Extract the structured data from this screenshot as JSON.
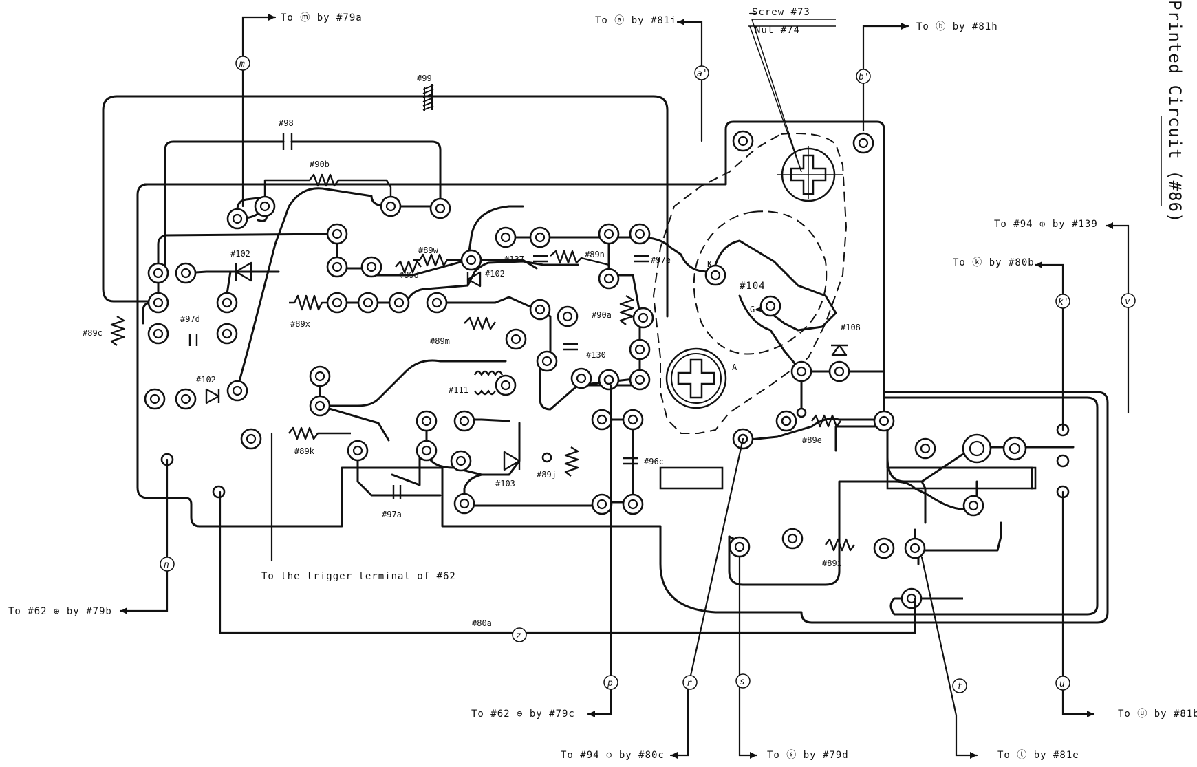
{
  "title": "Printed Circuit (#86)",
  "screw_labels": {
    "screw": "Screw  #73",
    "nut": "Nut  #74"
  },
  "connections": [
    {
      "id": "m",
      "label": "To ⓜ by  #79a"
    },
    {
      "id": "a",
      "label": "To ⓐ by  #81i"
    },
    {
      "id": "b",
      "label": "To ⓑ by  #81h"
    },
    {
      "id": "v",
      "label": "To  #94 ⊕ by  #139"
    },
    {
      "id": "k",
      "label": "To ⓚ by  #80b"
    },
    {
      "id": "n",
      "label": "To  #62 ⊕ by  #79b"
    },
    {
      "id": "u",
      "label": "To ⓤ by  #81b"
    },
    {
      "id": "p",
      "label": "To  #62 ⊖ by  #79c"
    },
    {
      "id": "r",
      "label": "To  #94 ⊖ by  #80c"
    },
    {
      "id": "s",
      "label": "To ⓢ by  #79d"
    },
    {
      "id": "t",
      "label": "To ⓣ by  #81e"
    }
  ],
  "trigger_note": "To  the  trigger  terminal  of  #62",
  "wire_80a": "#80a",
  "wire_markers": [
    "m",
    "a'",
    "b'",
    "k'",
    "v",
    "n",
    "z",
    "p",
    "r",
    "s",
    "t",
    "u"
  ],
  "components": {
    "c99": "#99",
    "c98": "#98",
    "r90b": "#90b",
    "d102a": "#102",
    "d102b": "#102",
    "d102c": "#102",
    "r89w": "#89w",
    "r89d": "#89d",
    "c137": "#137",
    "r89n": "#89n",
    "c97e": "#97e",
    "pin_k": "K",
    "tube104": "#104",
    "pin_g": "G",
    "r89c": "#89c",
    "c97d": "#97d",
    "r89x": "#89x",
    "r89m": "#89m",
    "r90a": "#90a",
    "c130": "#130",
    "d108": "#108",
    "l111": "#111",
    "pin_a": "A",
    "r89k": "#89k",
    "c96c": "#96c",
    "r89e": "#89e",
    "d103": "#103",
    "r89j": "#89j",
    "c97a": "#97a",
    "r89i": "#89i"
  }
}
